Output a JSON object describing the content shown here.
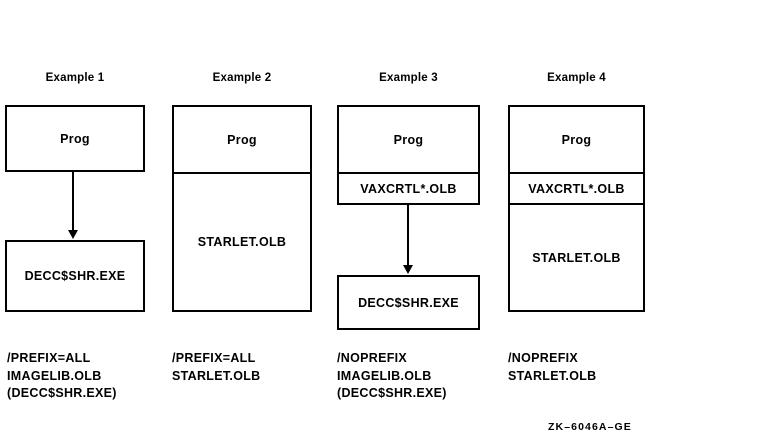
{
  "figure": {
    "id_label": "ZK–6046A–GE"
  },
  "columns": [
    {
      "title": "Example 1",
      "blocks": [
        {
          "cells": [
            {
              "label": "Prog"
            }
          ]
        },
        {
          "cells": [
            {
              "label": "DECC$SHR.EXE"
            }
          ]
        }
      ],
      "arrow": true,
      "caption": "/PREFIX=ALL\nIMAGELIB.OLB\n(DECC$SHR.EXE)"
    },
    {
      "title": "Example 2",
      "blocks": [
        {
          "cells": [
            {
              "label": "Prog"
            },
            {
              "label": "STARLET.OLB"
            }
          ]
        }
      ],
      "arrow": false,
      "caption": "/PREFIX=ALL\nSTARLET.OLB"
    },
    {
      "title": "Example 3",
      "blocks": [
        {
          "cells": [
            {
              "label": "Prog"
            },
            {
              "label": "VAXCRTL*.OLB"
            }
          ]
        },
        {
          "cells": [
            {
              "label": "DECC$SHR.EXE"
            }
          ]
        }
      ],
      "arrow": true,
      "caption": "/NOPREFIX\nIMAGELIB.OLB\n(DECC$SHR.EXE)"
    },
    {
      "title": "Example 4",
      "blocks": [
        {
          "cells": [
            {
              "label": "Prog"
            },
            {
              "label": "VAXCRTL*.OLB"
            },
            {
              "label": "STARLET.OLB"
            }
          ]
        }
      ],
      "arrow": false,
      "caption": "/NOPREFIX\nSTARLET.OLB"
    }
  ]
}
